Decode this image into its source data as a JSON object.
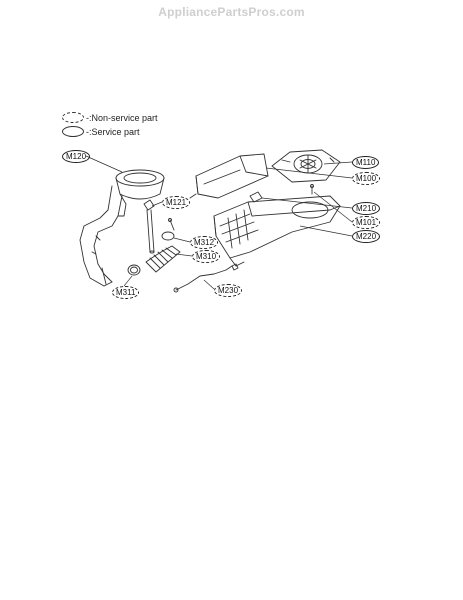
{
  "watermark": "AppliancePartsPros.com",
  "legend": {
    "non_service": "-:Non-service part",
    "service": "-:Service part"
  },
  "labels": {
    "m120": "M120",
    "m121": "M121",
    "m312": "M312",
    "m310": "M310",
    "m311": "M311",
    "m230": "M230",
    "m110": "M110",
    "m100": "M100",
    "m210": "M210",
    "m101": "M101",
    "m220": "M220"
  }
}
